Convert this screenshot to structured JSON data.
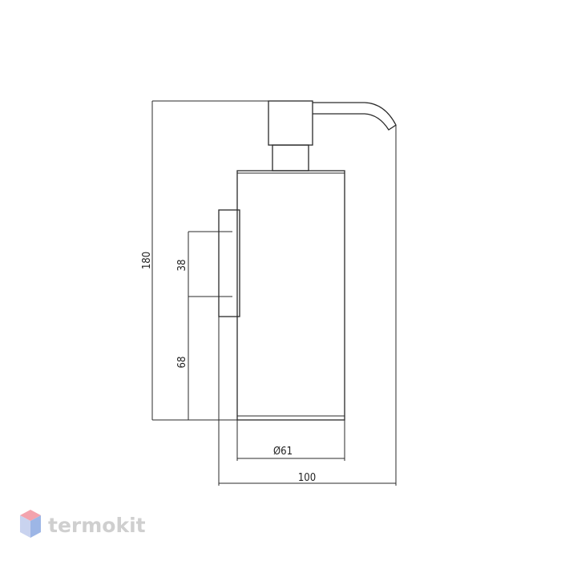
{
  "dimensions": {
    "height_total": "180",
    "bracket_height": "38",
    "bracket_offset": "68",
    "diameter": "Ø61",
    "depth_total": "100"
  },
  "brand": {
    "name": "termokit"
  },
  "colors": {
    "line": "#2a2a2a",
    "text": "#222222",
    "logo_text": "#cfcfcf",
    "logo_top": "#f3a3ad",
    "logo_right": "#9db6e6",
    "logo_left": "#c9d3ef"
  }
}
